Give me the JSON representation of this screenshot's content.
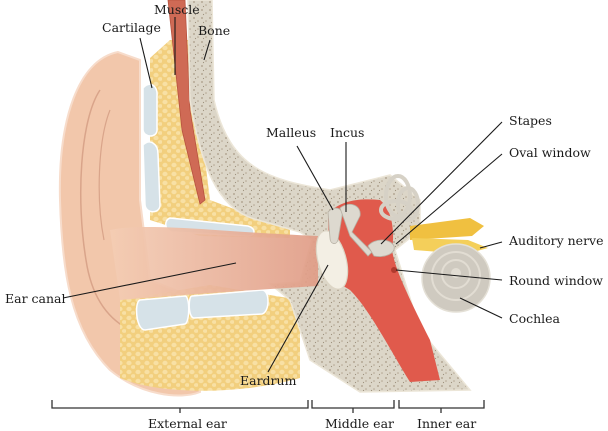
{
  "title": "Anatomy of the human ear",
  "labels": {
    "cartilage": "Cartilage",
    "muscle": "Muscle",
    "bone": "Bone",
    "malleus": "Malleus",
    "incus": "Incus",
    "stapes": "Stapes",
    "oval_window": "Oval window",
    "auditory_nerve": "Auditory nerve",
    "round_window": "Round window",
    "cochlea": "Cochlea",
    "ear_canal": "Ear canal",
    "eardrum": "Eardrum"
  },
  "regions": {
    "external": "External ear",
    "middle": "Middle ear",
    "inner": "Inner ear"
  },
  "colors": {
    "skin": "#f2c7ab",
    "skin_dark": "#e3a88c",
    "fat": "#f4d48c",
    "cartilage": "#d6e2e8",
    "muscle": "#cf6a55",
    "bone": "#dcd6c8",
    "bone_spots": "#a89a86",
    "middle_ear": "#e05a4c",
    "ossicles": "#ddd9cf",
    "nerve": "#f0c040",
    "cochlea": "#cfcac0",
    "eardrum": "#f3efe4"
  }
}
